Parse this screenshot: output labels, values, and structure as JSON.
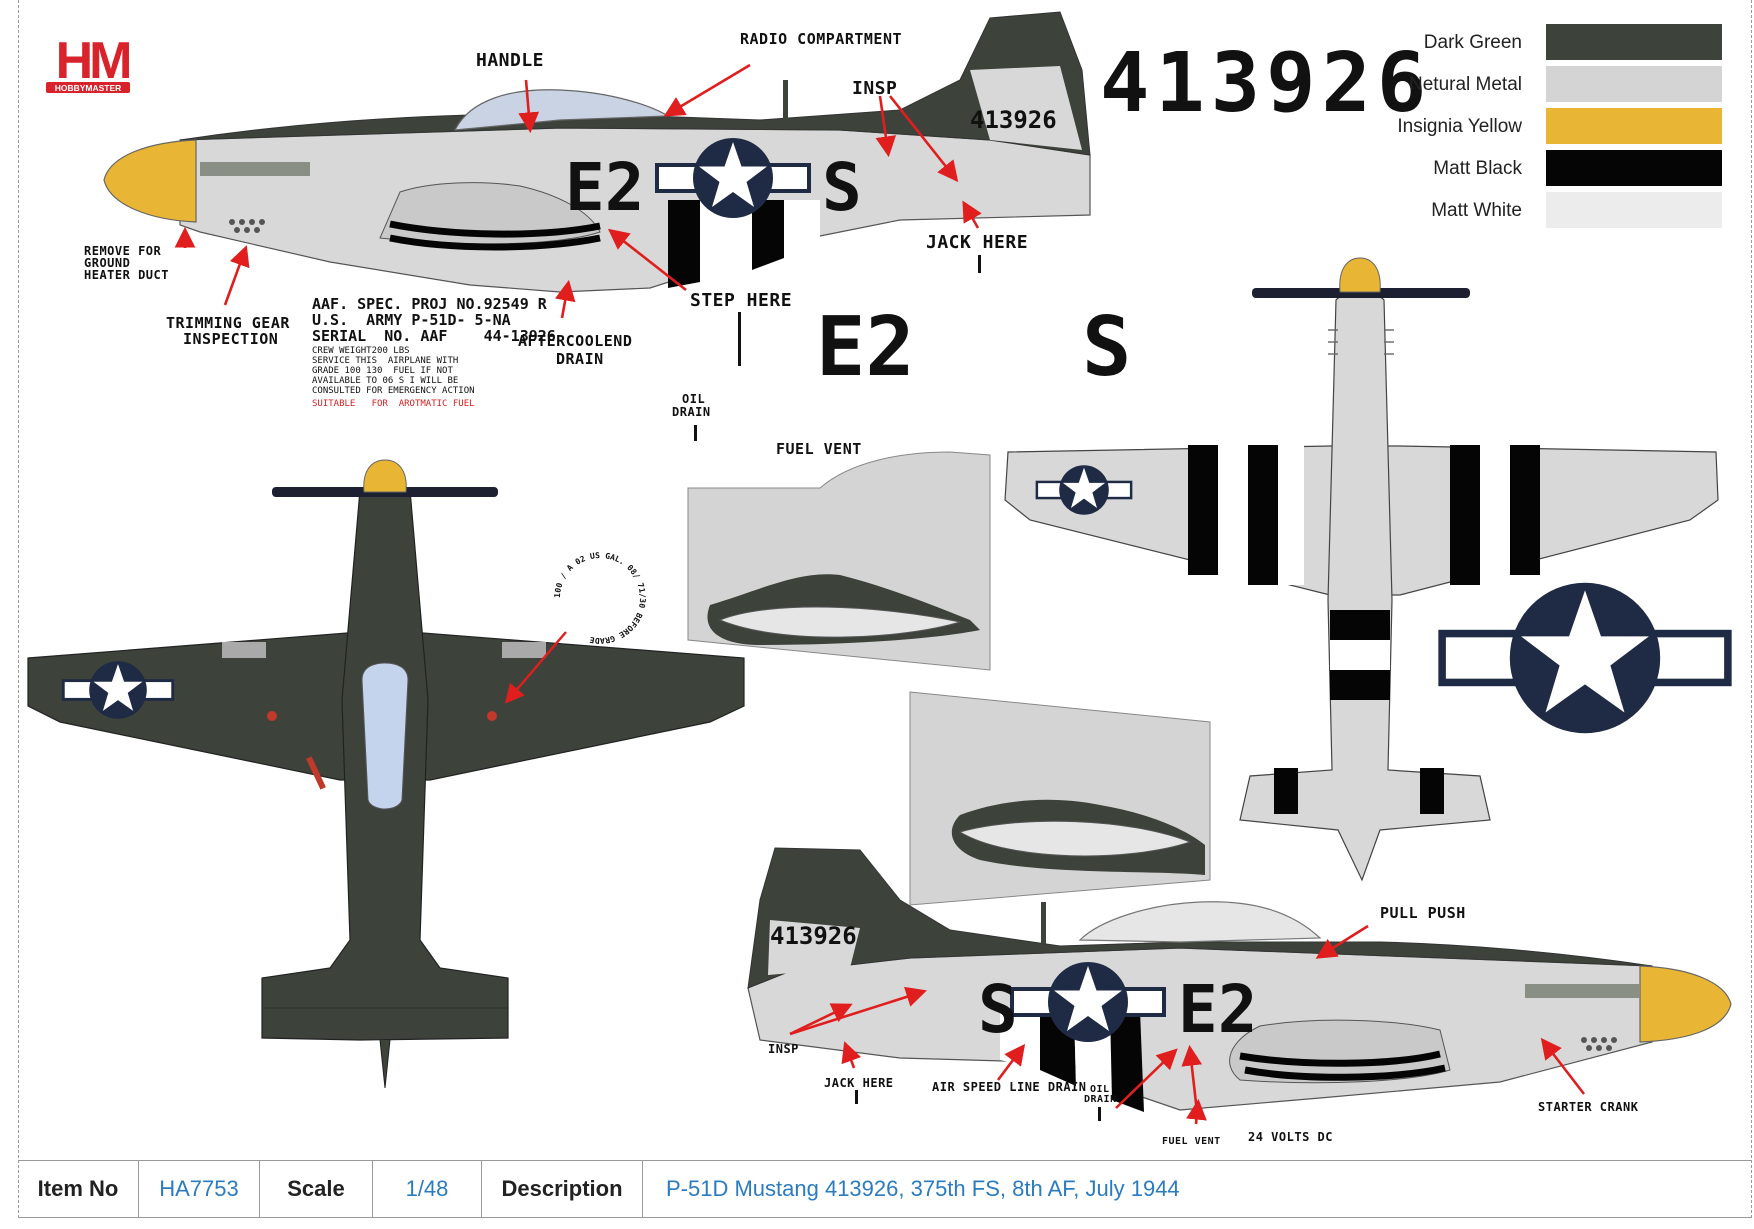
{
  "brand": {
    "logo_text": "HM",
    "logo_sub": "HOBBYMASTER"
  },
  "serial_big": "413926",
  "tail_serial": "413926",
  "codes": {
    "unit": "E2",
    "letter": "S"
  },
  "legend": [
    {
      "name": "Dark Green",
      "color": "#3d433b"
    },
    {
      "name": "Netural Metal",
      "color": "#d4d4d4"
    },
    {
      "name": "Insignia Yellow",
      "color": "#e8b534"
    },
    {
      "name": "Matt Black",
      "color": "#050505"
    },
    {
      "name": "Matt White",
      "color": "#ececec"
    }
  ],
  "callouts": {
    "handle": "HANDLE",
    "radio": "RADIO COMPARTMENT",
    "insp": "INSP",
    "jack": "JACK HERE",
    "remove_1": "REMOVE FOR",
    "remove_2": "GROUND",
    "remove_3": "HEATER DUCT",
    "trim_1": "TRIMMING GEAR",
    "trim_2": "INSPECTION",
    "after_1": "AFTERCOOLEND",
    "after_2": "DRAIN",
    "step": "STEP HERE",
    "oil_1": "OIL",
    "oil_2": "DRAIN",
    "fuel_vent": "FUEL VENT",
    "pull_push": "PULL PUSH",
    "insp_lower": "INSP",
    "jack_lower": "JACK HERE",
    "airspeed": "AIR SPEED LINE DRAIN",
    "oil_lower_1": "OIL",
    "oil_lower_2": "DRAIN",
    "fuel_vent_lower": "FUEL VENT",
    "volts": "24 VOLTS DC",
    "starter": "STARTER CRANK"
  },
  "stencil": {
    "line1": "AAF. SPEC. PROJ NO.92549 R",
    "line2": "U.S.  ARMY P-51D- 5-NA",
    "line3": "SERIAL  NO. AAF    44-13926",
    "line4": "CREW WEIGHT200 LBS",
    "line5": "SERVICE THIS  AIRPLANE WITH",
    "line6": "GRADE 100 130  FUEL IF NOT",
    "line7": "AVAILABLE TO 06 S I WILL BE",
    "line8": "CONSULTED FOR EMERGENCY ACTION",
    "line9": "SUITABLE   FOR  AROTMATIC FUEL"
  },
  "fuel_ring_text": "100 / A 02 US GAL. 08/ 71/30 BEFORE GRADE",
  "footer": {
    "item_label": "Item No",
    "item_value": "HA7753",
    "scale_label": "Scale",
    "scale_value": "1/48",
    "desc_label": "Description",
    "desc_value": "P-51D Mustang 413926, 375th FS, 8th AF, July 1944"
  }
}
